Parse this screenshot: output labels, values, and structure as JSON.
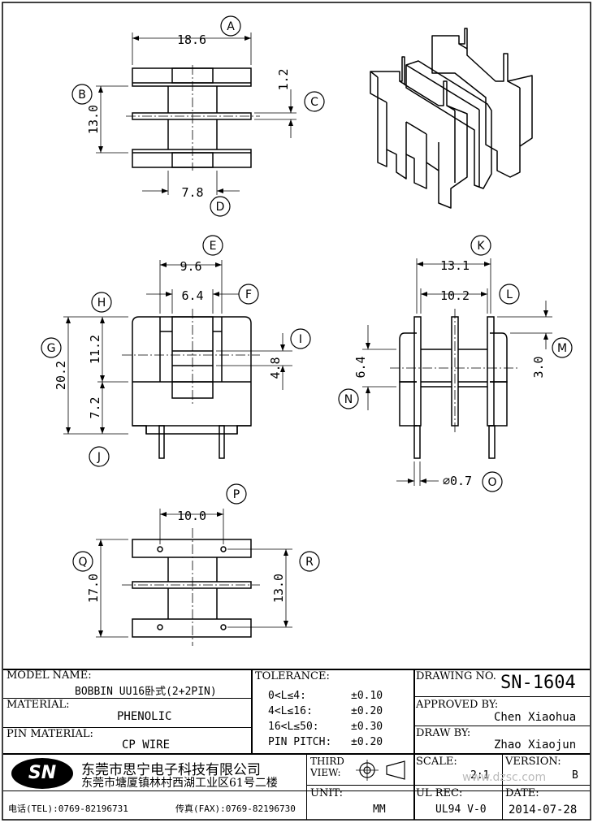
{
  "dims": {
    "A": "18.6",
    "B": "13.0",
    "C": "1.2",
    "D": "7.8",
    "E": "9.6",
    "F": "6.4",
    "G": "20.2",
    "H": "11.2",
    "I": "4.8",
    "J": "7.2",
    "K": "13.1",
    "L": "10.2",
    "M": "3.0",
    "N": "6.4",
    "O": "⌀0.7",
    "P": "10.0",
    "Q": "17.0",
    "R": "13.0"
  },
  "callouts": [
    "A",
    "B",
    "C",
    "D",
    "E",
    "F",
    "G",
    "H",
    "I",
    "J",
    "K",
    "L",
    "M",
    "N",
    "O",
    "P",
    "Q",
    "R"
  ],
  "title_block": {
    "model_name_label": "MODEL NAME:",
    "model_name": "BOBBIN UU16卧式(2+2PIN)",
    "material_label": "MATERIAL:",
    "material": "PHENOLIC",
    "pin_material_label": "PIN MATERIAL:",
    "pin_material": "CP WIRE",
    "tolerance_label": "TOLERANCE:",
    "tolerances": [
      {
        "range": "0<L≤4:",
        "value": "±0.10"
      },
      {
        "range": "4<L≤16:",
        "value": "±0.20"
      },
      {
        "range": "16<L≤50:",
        "value": "±0.30"
      },
      {
        "range": "PIN PITCH:",
        "value": "±0.20"
      }
    ],
    "drawing_no_label": "DRAWING NO.",
    "drawing_no": "SN-1604",
    "approved_by_label": "APPROVED BY:",
    "approved_by": "Chen Xiaohua",
    "draw_by_label": "DRAW BY:",
    "draw_by": "Zhao Xiaojun",
    "logo_text": "SN",
    "company_name": "东莞市思宁电子科技有限公司",
    "company_address": "东莞市塘厦镇林村西湖工业区61号二楼",
    "tel": "电话(TEL):0769-82196731",
    "fax": "传真(FAX):0769-82196730",
    "third_view_label": "THIRD VIEW:",
    "unit_label": "UNIT:",
    "unit": "MM",
    "scale_label": "SCALE:",
    "scale": "2:1",
    "version_label": "VERSION:",
    "version": "B",
    "ul_rec_label": "UL REC:",
    "ul_rec": "UL94 V-0",
    "date_label": "DATE:",
    "date": "2014-07-28",
    "watermark": "www.dzsc.com"
  }
}
